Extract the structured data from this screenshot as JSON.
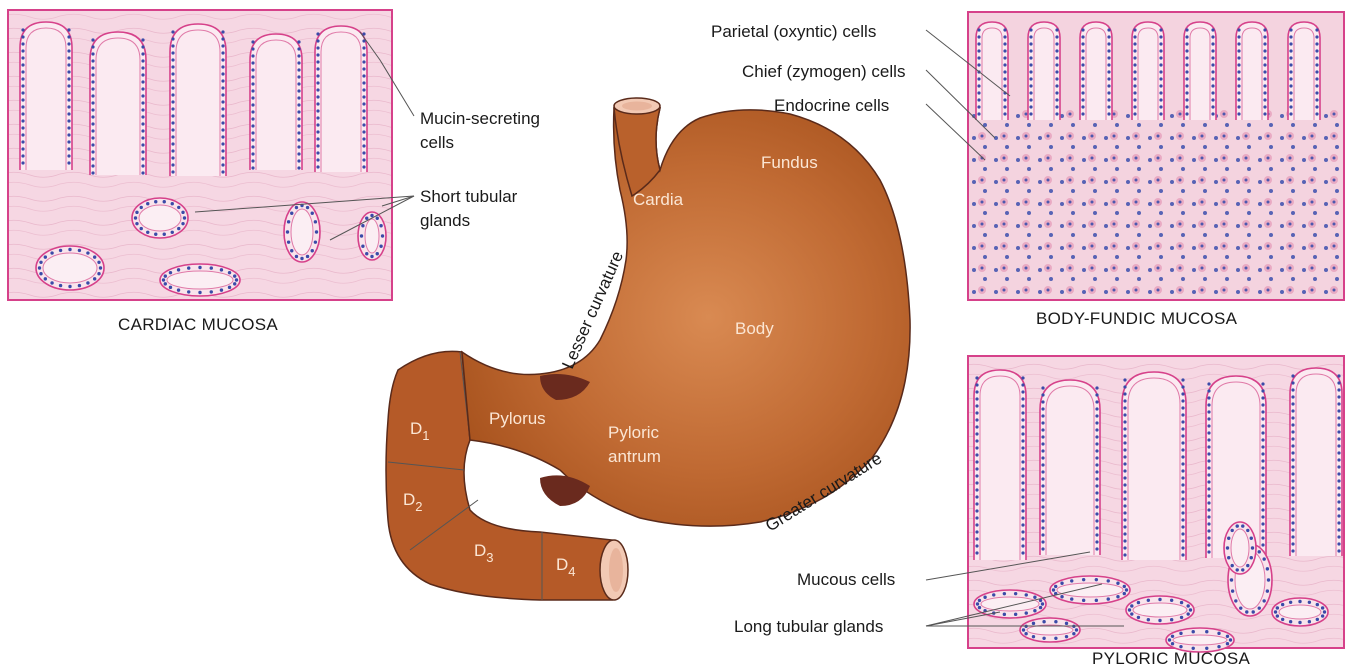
{
  "panels": {
    "cardiac": {
      "caption": "CARDIAC MUCOSA"
    },
    "body_fundic": {
      "caption": "BODY-FUNDIC MUCOSA"
    },
    "pyloric": {
      "caption": "PYLORIC MUCOSA"
    }
  },
  "labels": {
    "mucin_line1": "Mucin-secreting",
    "mucin_line2": "cells",
    "short_line1": "Short tubular",
    "short_line2": "glands",
    "parietal": "Parietal (oxyntic) cells",
    "chief": "Chief (zymogen) cells",
    "endocrine": "Endocrine cells",
    "mucous": "Mucous cells",
    "long_tubular": "Long tubular glands"
  },
  "stomach": {
    "fundus": "Fundus",
    "cardia": "Cardia",
    "body": "Body",
    "pylorus": "Pylorus",
    "pyloric_antrum_line1": "Pyloric",
    "pyloric_antrum_line2": "antrum",
    "lesser_curvature": "Lesser curvature",
    "greater_curvature": "Greater curvature"
  },
  "duodenum": {
    "d1": {
      "letter": "D",
      "sub": "1"
    },
    "d2": {
      "letter": "D",
      "sub": "2"
    },
    "d3": {
      "letter": "D",
      "sub": "3"
    },
    "d4": {
      "letter": "D",
      "sub": "4"
    }
  },
  "colors": {
    "organ_fill": "#b85d2a",
    "organ_highlight": "#d07a44",
    "organ_dark": "#6a2a1e",
    "tissue_bg": "#f6d7e3",
    "tissue_border": "#d6418a",
    "nucleus": "#3a4aa8"
  }
}
